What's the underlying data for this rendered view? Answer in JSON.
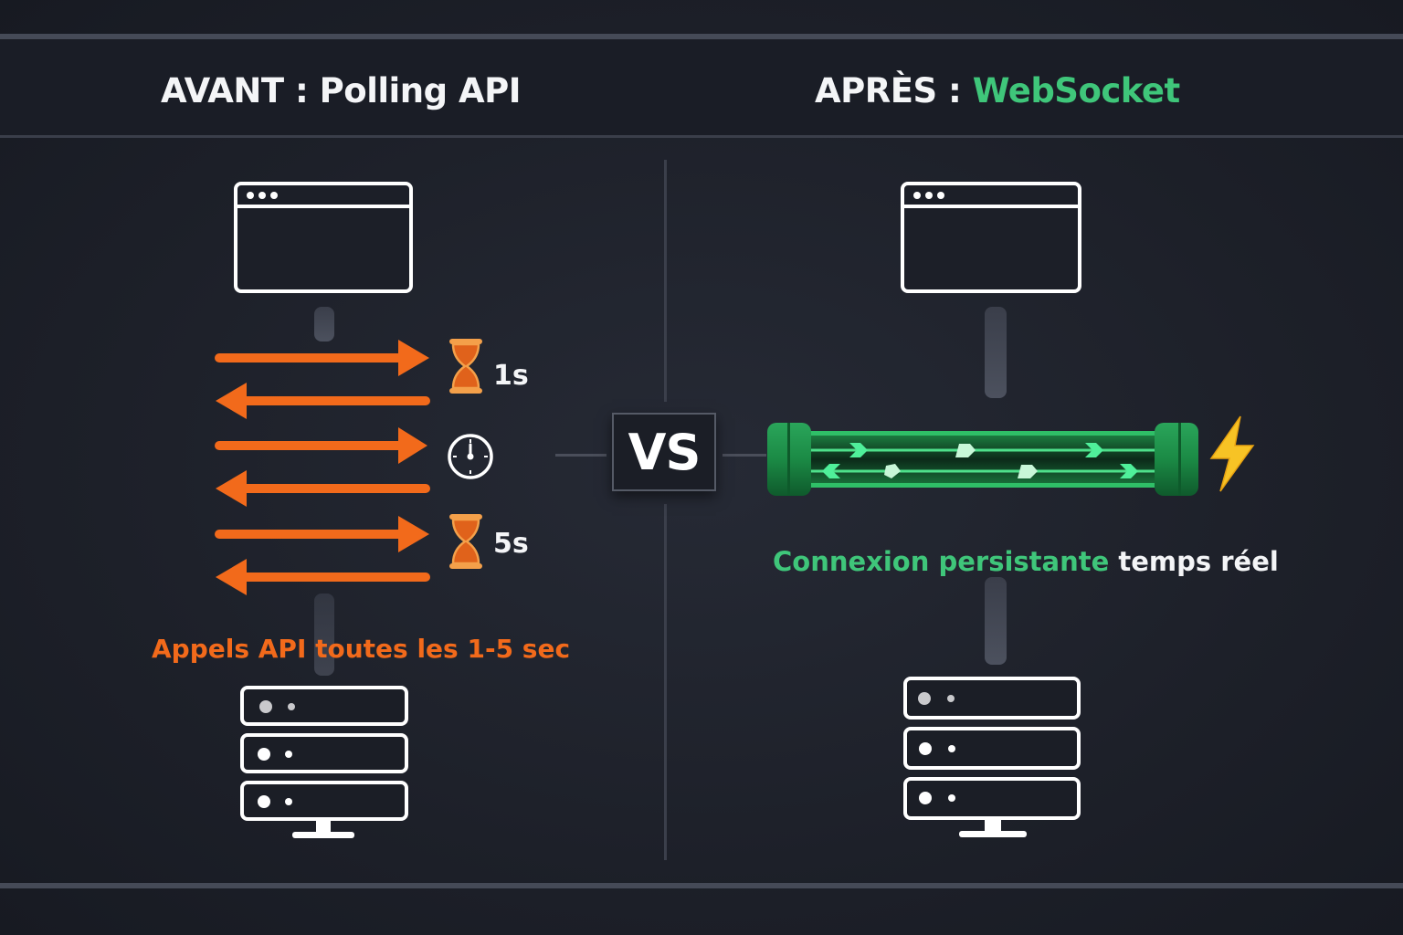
{
  "header": {
    "left_title_prefix": "AVANT : ",
    "left_title_main": "Polling API",
    "right_title_prefix": "APRÈS : ",
    "right_title_main": "WebSocket"
  },
  "center": {
    "vs_label": "VS"
  },
  "left_panel": {
    "client_icon": "browser-window-icon",
    "server_icon": "server-rack-icon",
    "arrows": [
      "right",
      "left",
      "right",
      "left",
      "right",
      "left"
    ],
    "timers": [
      {
        "icon": "hourglass-icon",
        "label": "1s"
      },
      {
        "icon": "clock-icon",
        "label": ""
      },
      {
        "icon": "hourglass-icon",
        "label": "5s"
      }
    ],
    "caption": "Appels API toutes les 1-5 sec"
  },
  "right_panel": {
    "client_icon": "browser-window-icon",
    "server_icon": "server-rack-icon",
    "tube_icon": "websocket-tube-icon",
    "bolt_icon": "lightning-bolt-icon",
    "caption_highlight": "Connexion persistante",
    "caption_rest": " temps réel"
  },
  "colors": {
    "accent_green": "#3fc67a",
    "accent_orange": "#f26a1b",
    "bolt_yellow": "#f7c325",
    "background": "#1d2029"
  }
}
